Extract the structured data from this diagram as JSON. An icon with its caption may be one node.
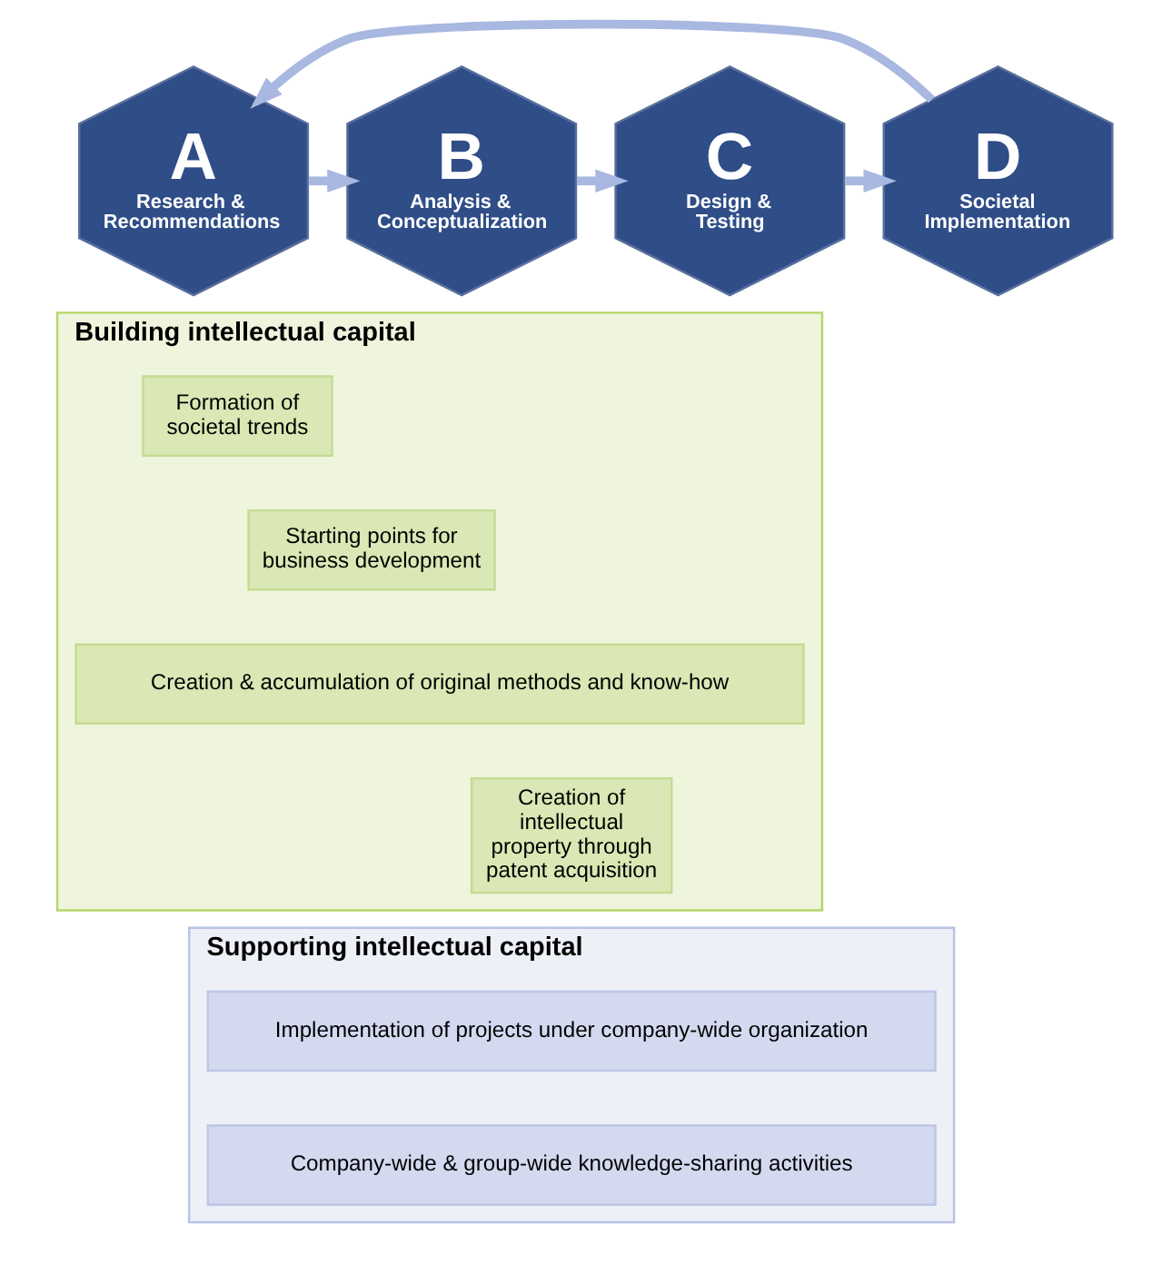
{
  "diagram": {
    "nodes": [
      {
        "text": [
          "A",
          "Research & Recommendations"
        ]
      },
      {
        "text": [
          "B",
          "Analysis & Conceptualization"
        ]
      },
      {
        "text": [
          "C",
          "Design & Testing"
        ]
      },
      {
        "text": [
          "D",
          "Societal Implementation"
        ]
      },
      {
        "text": [
          "Building intellectual capital"
        ]
      },
      {
        "text": [
          "Formation of societal trends"
        ],
        "in": 4
      },
      {
        "text": [
          "Starting points for business development"
        ],
        "in": 4
      },
      {
        "text": [
          "Creation & accumulation of original methods and know-how"
        ],
        "in": 4
      },
      {
        "text": [
          "Creation of intellectual property through patent acquisition"
        ],
        "in": 4
      },
      {
        "text": [
          "Supporting intellectual capital"
        ]
      },
      {
        "text": [
          "Implementation of projects under company-wide organization"
        ],
        "in": 9
      },
      {
        "text": [
          "Company-wide & group-wide knowledge-sharing activities"
        ],
        "in": 9
      }
    ],
    "edges": [
      {
        "from": 0,
        "to": 1,
        "arrow": "to"
      },
      {
        "from": 1,
        "to": 2,
        "arrow": "to"
      },
      {
        "from": 2,
        "to": 3,
        "arrow": "to"
      },
      {
        "from": 3,
        "to": 0,
        "arrow": "to"
      }
    ]
  }
}
